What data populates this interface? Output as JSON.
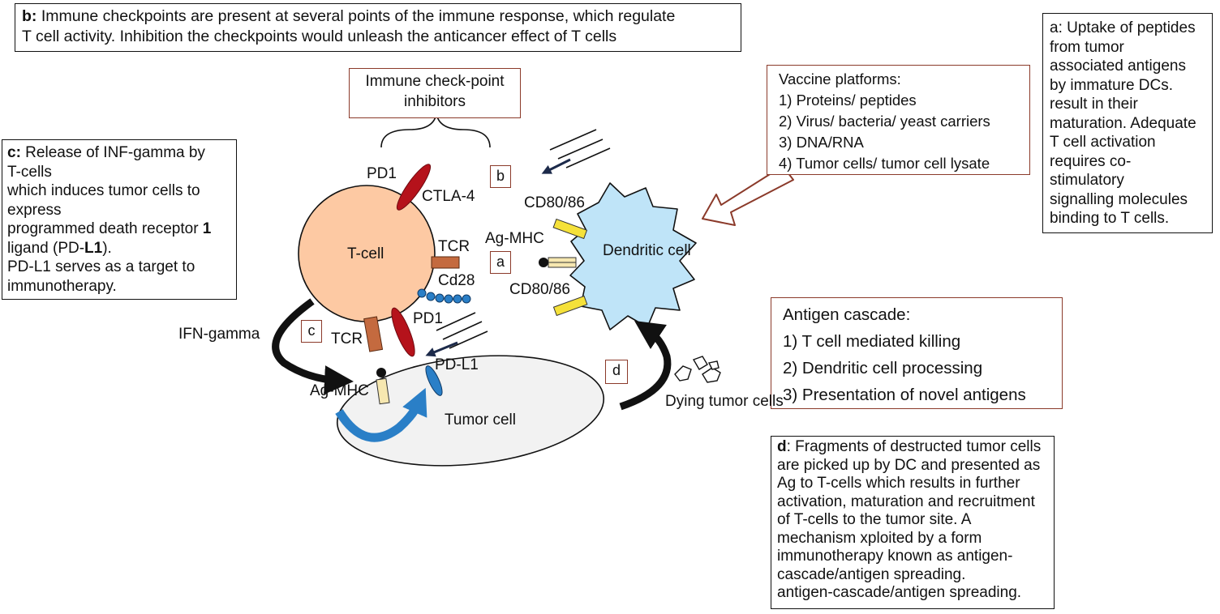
{
  "box_b": {
    "key": "b:",
    "text": " Immune checkpoints are present at several points of the immune response, which regulate\nT cell activity. Inhibition the checkpoints would unleash the anticancer effect of T cells"
  },
  "box_a": {
    "text": "a: Uptake of peptides\nfrom tumor\nassociated antigens\nby immature DCs.\nresult in their\nmaturation. Adequate\nT cell activation\nrequires co-\nstimulatory\nsignalling molecules\nbinding to T cells."
  },
  "box_c": {
    "key": "c:",
    "line1": " Release of INF-gamma by",
    "rest": "T-cells\nwhich induces tumor cells to\nexpress\nprogrammed death receptor ",
    "bold1": "1",
    "mid": "\nligand (PD-",
    "bold2": "L1",
    "end": ").\nPD-L1 serves as a target to\nimmunotherapy."
  },
  "box_d": {
    "key": "d",
    "text": ": Fragments of destructed tumor cells\nare picked up by DC and presented as\nAg to T-cells which results in further\nactivation, maturation and recruitment\nof T-cells to the tumor site. A\nmechanism xploited by a form\nimmunotherapy known as antigen-\ncascade/antigen spreading.\nantigen-cascade/antigen spreading."
  },
  "inhibitors_label": "Immune check-point\ninhibitors",
  "vaccine": {
    "title": "Vaccine platforms:",
    "items": [
      "1) Proteins/ peptides",
      "2) Virus/ bacteria/ yeast carriers",
      "3) DNA/RNA",
      "4) Tumor cells/ tumor cell lysate"
    ]
  },
  "cascade": {
    "title": "Antigen cascade:",
    "items": [
      "1) T cell mediated killing",
      "2) Dendritic cell processing",
      "3) Presentation of novel antigens"
    ]
  },
  "labels": {
    "tcell": "T-cell",
    "dendritic": "Dendritic\ncell",
    "tumor": "Tumor cell",
    "pd1_top": "PD1",
    "ctla4": "CTLA-4",
    "tcr_right": "TCR",
    "cd28": "Cd28",
    "pd1_bottom": "PD1",
    "tcr_bottom": "TCR",
    "ag_mhc_dc": "Ag-MHC",
    "ag_mhc_tumor": "Ag-MHC",
    "cd80_top": "CD80/86",
    "cd80_bottom": "CD80/86",
    "pdl1": "PD-L1",
    "ifn": "IFN-gamma",
    "dying": "Dying tumor\ncells"
  },
  "markers": {
    "a": "a",
    "b": "b",
    "c": "c",
    "d": "d"
  },
  "colors": {
    "tcell": "#fdc9a3",
    "dendritic": "#bfe4f8",
    "tumor": "#f2f2f2",
    "checkpoint_red": "#b5121b",
    "pdl1_blue": "#2a7fc7",
    "receptor_brown": "#c46a3f",
    "cd80_yellow": "#f5e13a",
    "box_red": "#8b3a2a"
  },
  "icons": [
    "curved-arrow",
    "hollow-arrow",
    "drug-arrow",
    "brace",
    "tumor-fragment"
  ]
}
